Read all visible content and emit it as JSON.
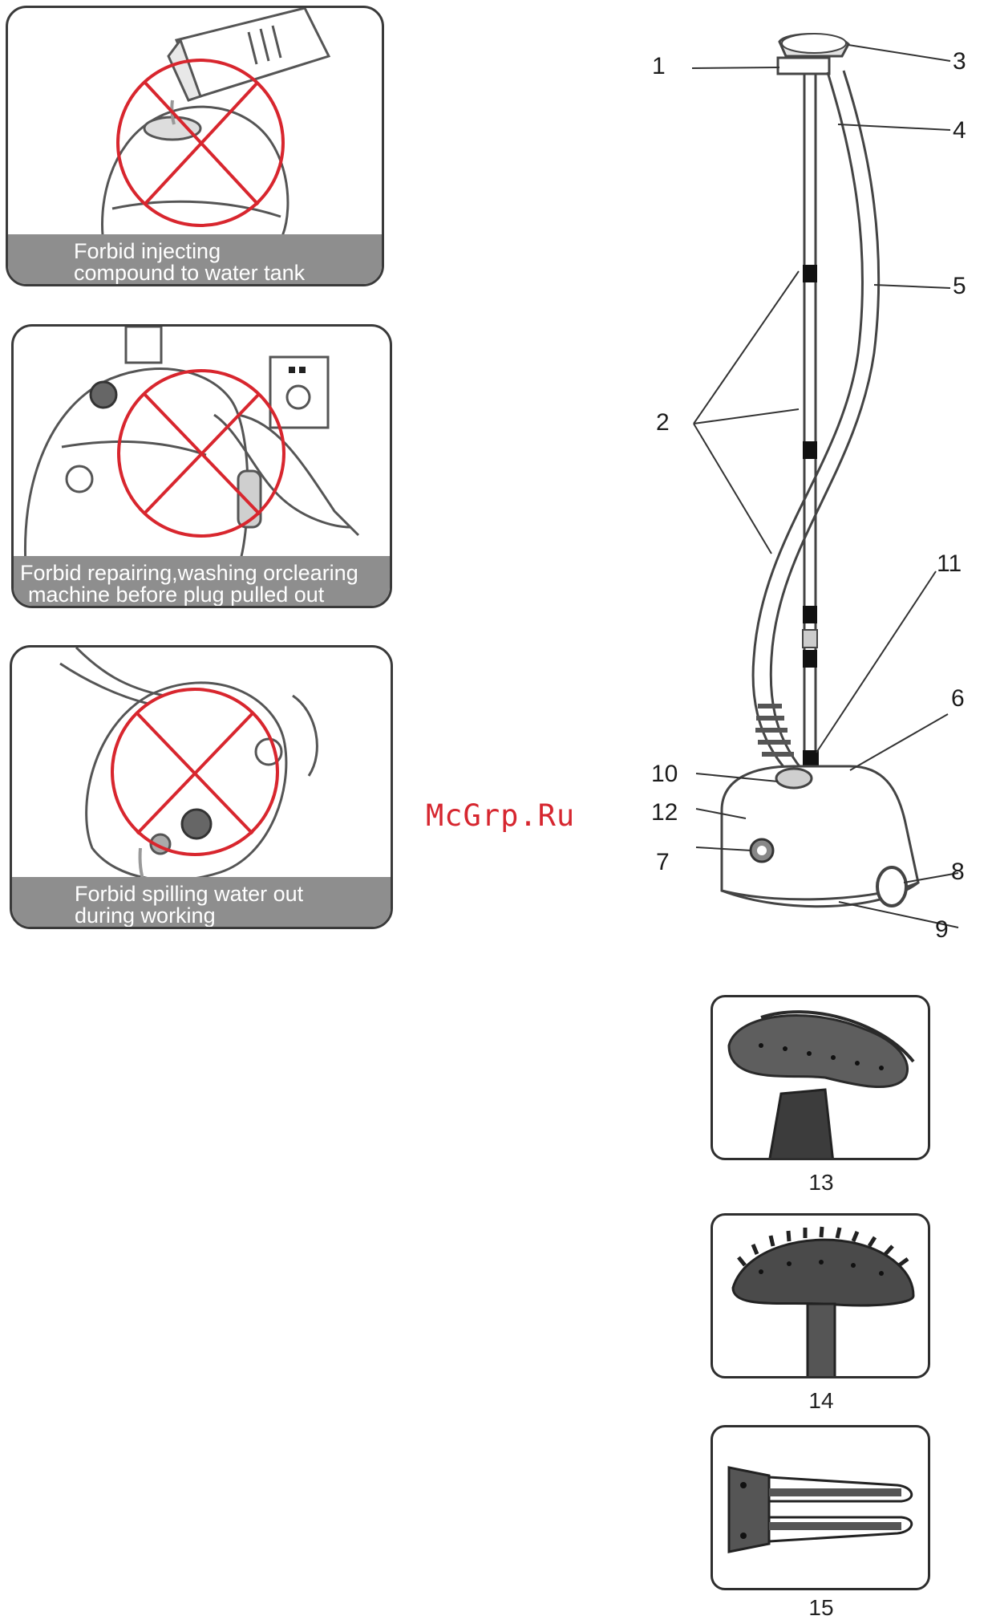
{
  "warnings": [
    {
      "line1": "Forbid injecting",
      "line2": "compound to water tank"
    },
    {
      "line1": "Forbid repairing,washing orclearing",
      "line2": "machine before plug pulled out"
    },
    {
      "line1": "Forbid spilling water out",
      "line2": "during working"
    }
  ],
  "watermark": "McGrp.Ru",
  "callouts": [
    "1",
    "2",
    "3",
    "4",
    "5",
    "6",
    "7",
    "8",
    "9",
    "10",
    "11",
    "12"
  ],
  "accessories": [
    {
      "number": "13"
    },
    {
      "number": "14"
    },
    {
      "number": "15"
    }
  ],
  "colors": {
    "prohibit_red": "#d8262e",
    "caption_gray": "#8e8e8e",
    "watermark_red": "#d6262f"
  }
}
